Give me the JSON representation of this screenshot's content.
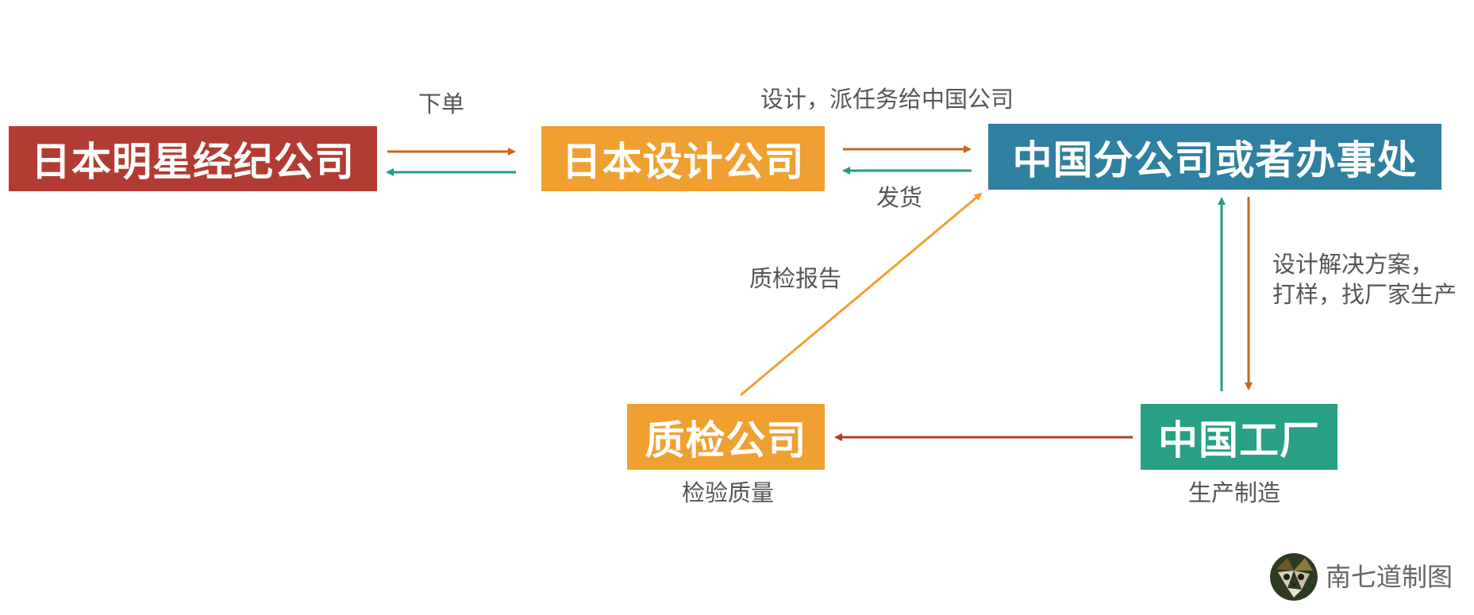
{
  "nodes": {
    "agency": {
      "label": "日本明星经纪公司",
      "color": "#B23C33"
    },
    "design": {
      "label": "日本设计公司",
      "color": "#F0A030"
    },
    "china_office": {
      "label": "中国分公司或者办事处",
      "color": "#2E7FA0"
    },
    "qc": {
      "label": "质检公司",
      "color": "#F0A030"
    },
    "factory": {
      "label": "中国工厂",
      "color": "#27A085"
    }
  },
  "edges": {
    "order": {
      "label": "下单"
    },
    "design_assign": {
      "label": "设计，派任务给中国公司"
    },
    "ship": {
      "label": "发货"
    },
    "qc_report": {
      "label": "质检报告"
    },
    "solution_line1": {
      "label": "设计解决方案，"
    },
    "solution_line2": {
      "label": "打样，找厂家生产"
    }
  },
  "captions": {
    "qc": "检验质量",
    "factory": "生产制造"
  },
  "watermark": {
    "text": "南七道制图",
    "icon": "panda-icon"
  },
  "colors": {
    "arrow_orange": "#C8651E",
    "arrow_teal": "#2A9A85",
    "arrow_yellow": "#F0A030",
    "arrow_red": "#B23C33",
    "text_gray": "#555555"
  }
}
